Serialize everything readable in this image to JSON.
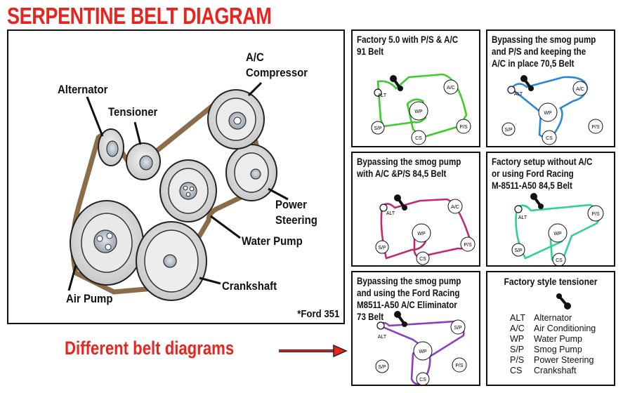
{
  "title": "SERPENTINE BELT DIAGRAM",
  "main": {
    "labels": {
      "ac_compressor_line1": "A/C",
      "ac_compressor_line2": "Compressor",
      "alternator": "Alternator",
      "tensioner": "Tensioner",
      "power_steering_line1": "Power",
      "power_steering_line2": "Steering",
      "water_pump": "Water Pump",
      "crankshaft": "Crankshaft",
      "air_pump": "Air Pump"
    },
    "note": "*Ford 351"
  },
  "caption": "Different belt diagrams",
  "colors": {
    "title_red": "#e8241f",
    "belt_brown": "#8b6d4a",
    "green": "#3ccc2c",
    "blue": "#2a86d8",
    "magenta": "#c22870",
    "teal": "#2fd09a",
    "purple": "#8a3fc4"
  },
  "panels": [
    {
      "id": "p1",
      "title": "Factory 5.0 with P/S & A/C\n91 Belt",
      "belt_color": "#3ccc2c",
      "pulleys": [
        "ALT",
        "A/C",
        "WP",
        "S/P",
        "P/S",
        "CS"
      ]
    },
    {
      "id": "p2",
      "title": "Bypassing the smog pump\nand P/S and keeping the\nA/C in place  70,5 Belt",
      "belt_color": "#2a86d8",
      "pulleys": [
        "ALT",
        "A/C",
        "WP",
        "S/P",
        "P/S",
        "CS"
      ]
    },
    {
      "id": "p3",
      "title": "Bypassing the smog pump\nwith A/C &P/S 84,5 Belt",
      "belt_color": "#c22870",
      "pulleys": [
        "ALT",
        "A/C",
        "WP",
        "S/P",
        "P/S",
        "CS"
      ]
    },
    {
      "id": "p4",
      "title": "Factory setup without A/C\nor using Ford Racing\nM-8511-A50 84,5 Belt",
      "belt_color": "#2fd09a",
      "pulleys": [
        "ALT",
        "P/S",
        "WP",
        "S/P",
        "CS"
      ]
    },
    {
      "id": "p5",
      "title": "Bypassing the smog pump\nand using the Ford Racing\nM8511-A50 A/C Eliminator\n73 Belt",
      "belt_color": "#8a3fc4",
      "pulleys": [
        "ALT",
        "S/P",
        "WP",
        "S/P",
        "P/S",
        "CS"
      ]
    }
  ],
  "legend": {
    "title": "Factory style tensioner",
    "items": [
      {
        "abbr": "ALT",
        "desc": "Alternator"
      },
      {
        "abbr": "A/C",
        "desc": "Air Conditioning"
      },
      {
        "abbr": "WP",
        "desc": "Water Pump"
      },
      {
        "abbr": "S/P",
        "desc": "Smog Pump"
      },
      {
        "abbr": "P/S",
        "desc": "Power Steering"
      },
      {
        "abbr": "CS",
        "desc": "Crankshaft"
      }
    ]
  }
}
